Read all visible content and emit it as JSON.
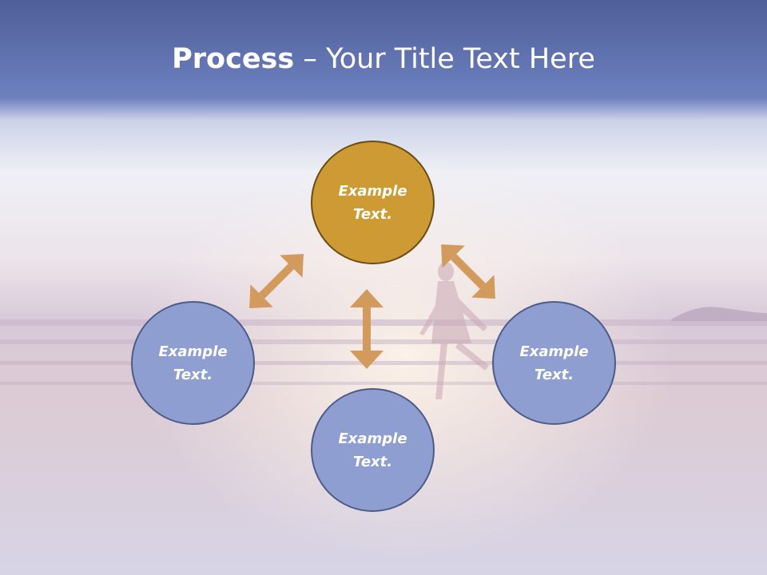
{
  "title": {
    "bold": "Process",
    "rest": " – Your Title Text Here"
  },
  "nodes": {
    "top": {
      "line1": "Example",
      "line2": "Text."
    },
    "left": {
      "line1": "Example",
      "line2": "Text."
    },
    "right": {
      "line1": "Example",
      "line2": "Text."
    },
    "bottom": {
      "line1": "Example",
      "line2": "Text."
    }
  },
  "colors": {
    "header": "#5a6eae",
    "accent_node": "#cd9a33",
    "node": "#8e9ed0",
    "arrow": "#d39a5e"
  }
}
